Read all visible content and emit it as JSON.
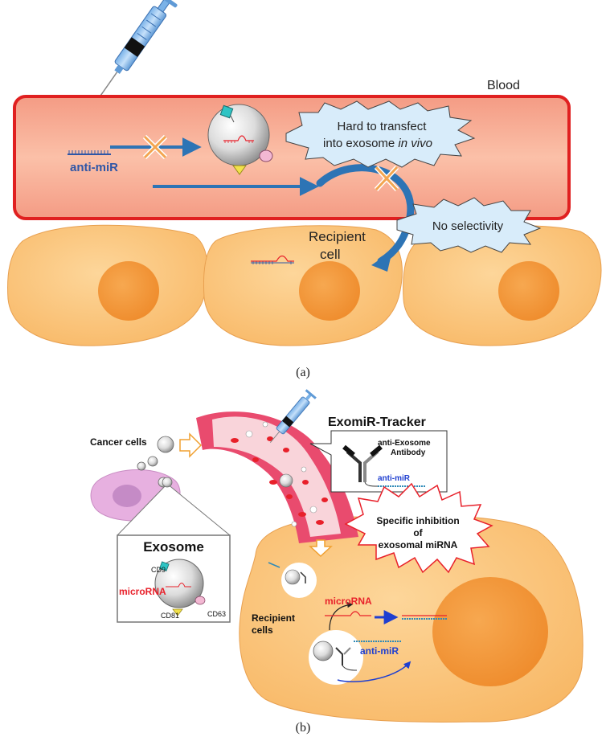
{
  "panel_a": {
    "blood_label": "Blood",
    "anti_mir_label": "anti-miR",
    "callout_hard_line1": "Hard to transfect",
    "callout_hard_line2_prefix": "into exosome ",
    "callout_hard_line2_italic": "in vivo",
    "callout_selectivity": "No selectivity",
    "recipient_line1": "Recipient",
    "recipient_line2": "cell",
    "caption": "(a)"
  },
  "panel_b": {
    "cancer_cells_label": "Cancer cells",
    "tracker_title": "ExomiR-Tracker",
    "antibody_line1": "anti-Exosome",
    "antibody_line2": "Antibody",
    "tracker_anti_mir": "anti-miR",
    "exosome_title": "Exosome",
    "cd9_label": "CD9",
    "microrna_label_box": "microRNA",
    "cd81_label": "CD81",
    "cd63_label": "CD63",
    "burst_line1": "Specific inhibition",
    "burst_line2": "of",
    "burst_line3": "exosomal miRNA",
    "recipient_line1": "Recipient",
    "recipient_line2": "cells",
    "microrna_label_cell": "microRNA",
    "anti_mir_label_cell": "anti-miR",
    "caption": "(b)"
  },
  "colors": {
    "blood_fill": "#f7a890",
    "blood_border": "#e02020",
    "cell_fill": "#fbc57a",
    "nucleus_fill": "#f59a3a",
    "arrow_blue": "#2d74b5",
    "anti_mir_blue": "#2f56a6",
    "microrna_red": "#e8202a",
    "callout_fill": "#d8ecfa",
    "vessel_pink": "#e8466a",
    "cancer_cell_fill": "#e7b0e0"
  }
}
